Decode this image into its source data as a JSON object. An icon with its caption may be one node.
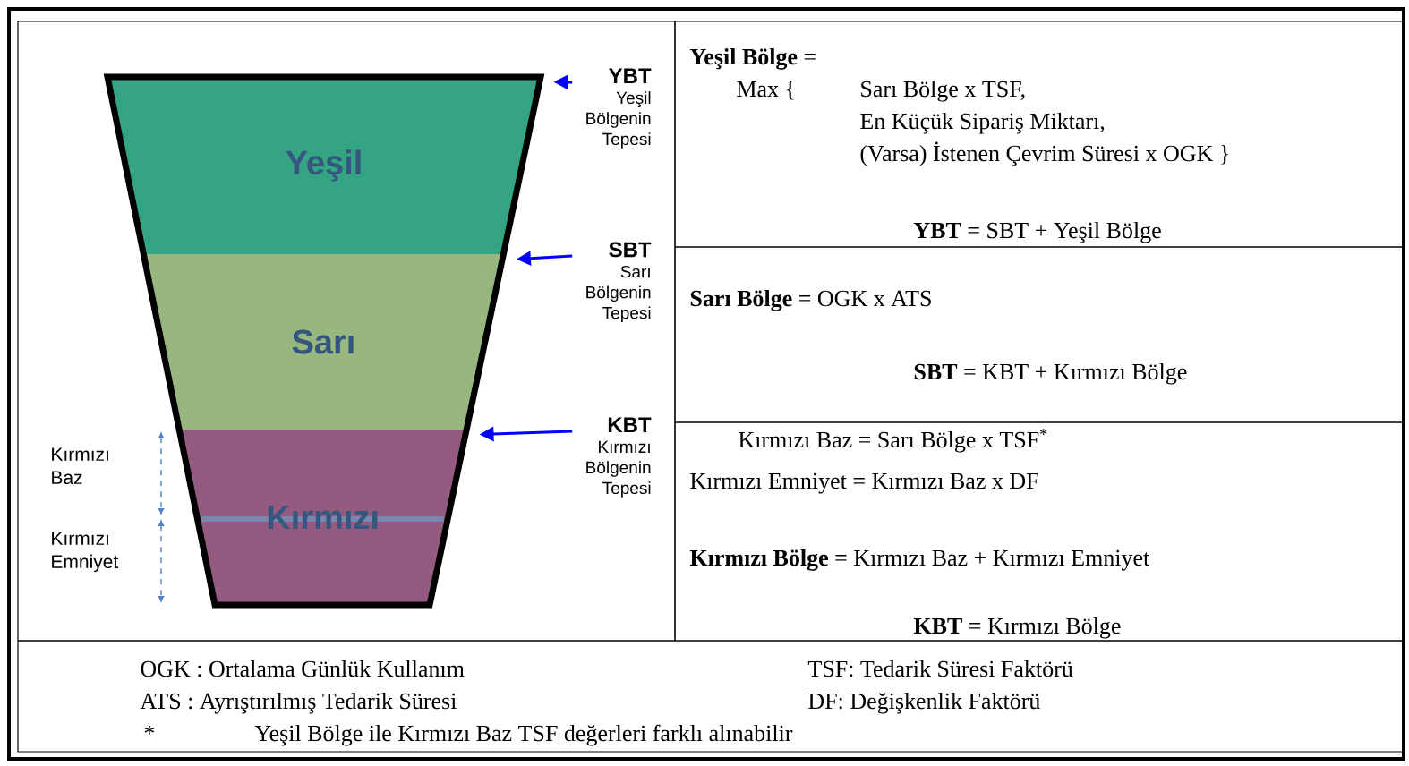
{
  "diagram": {
    "nodes": [
      {
        "text": [
          "Yeşil"
        ]
      },
      {
        "text": [
          "Sarı"
        ]
      },
      {
        "text": [
          "Kırmızı"
        ]
      },
      {
        "text": [
          "YBT",
          "Yeşil Bölgenin Tepesi"
        ]
      },
      {
        "text": [
          "SBT",
          "Sarı Bölgenin Tepesi"
        ]
      },
      {
        "text": [
          "KBT",
          "Kırmızı Bölgenin Tepesi"
        ]
      }
    ],
    "edges": [
      {
        "from": 3,
        "to": 0,
        "arrow": "to"
      },
      {
        "from": 4,
        "to": 1,
        "arrow": "to"
      },
      {
        "from": 5,
        "to": 2,
        "arrow": "to"
      }
    ],
    "labels": [
      "Kırmızı Baz",
      "Kırmızı Emniyet",
      "**Yeşil Bölge** =",
      "Max {",
      "Sarı Bölge  x TSF,",
      "En Küçük Sipariş Miktarı,",
      "(Varsa) İstenen Çevrim Süresi x OGK }",
      "**YBT** = SBT + Yeşil Bölge",
      "**Sarı Bölge** = OGK x ATS",
      "**SBT** = KBT + Kırmızı Bölge",
      "Kırmızı Baz = Sarı Bölge x TSF$^{*}$",
      "Kırmızı Emniyet = Kırmızı Baz x DF",
      "**Kırmızı Bölge** = Kırmızı Baz + Kırmızı Emniyet",
      "**KBT** = Kırmızı Bölge",
      "OGK : Ortalama Günlük Kullanım",
      "TSF: Tedarik Süresi Faktörü",
      "ATS : Ayrıştırılmış Tedarik Süresi",
      "DF: Değişkenlik Faktörü",
      "*",
      "Yeşil Bölge ile Kırmızı Baz TSF değerleri farklı alınabilir"
    ]
  }
}
